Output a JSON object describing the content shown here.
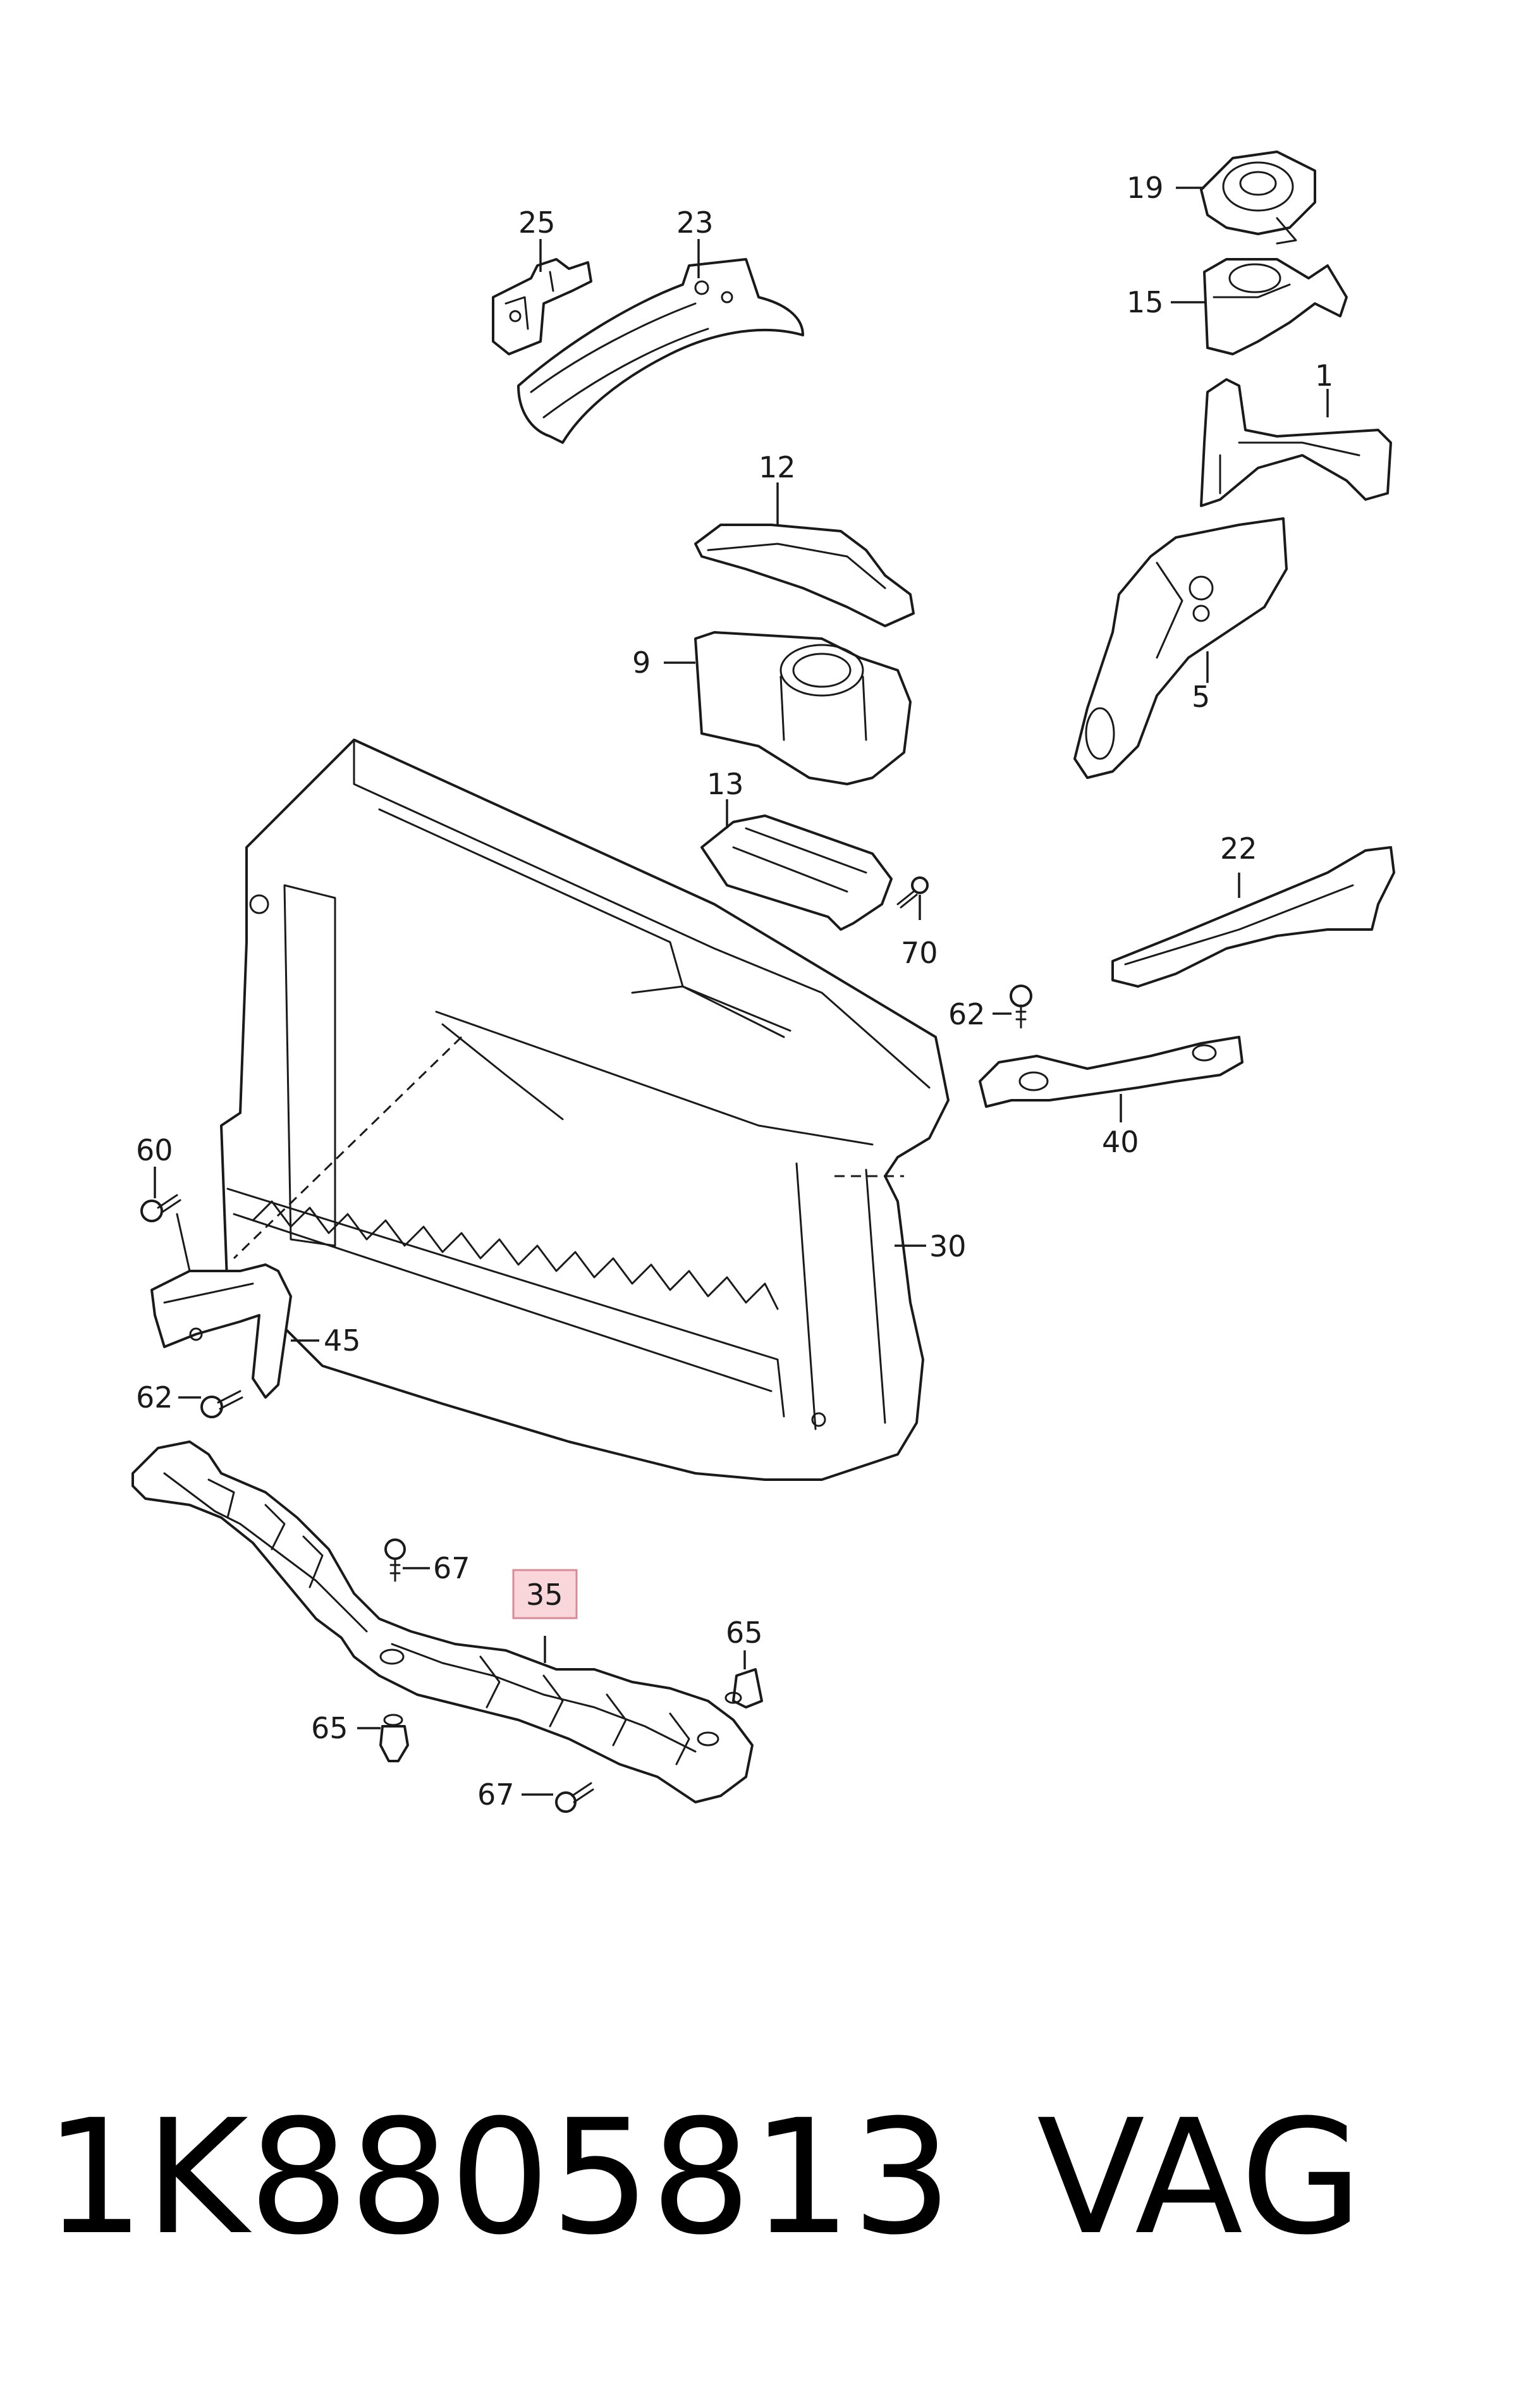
{
  "diagram": {
    "callouts": [
      {
        "id": "c25",
        "label": "25"
      },
      {
        "id": "c23",
        "label": "23"
      },
      {
        "id": "c19",
        "label": "19"
      },
      {
        "id": "c15",
        "label": "15"
      },
      {
        "id": "c1",
        "label": "1"
      },
      {
        "id": "c12",
        "label": "12"
      },
      {
        "id": "c9",
        "label": "9"
      },
      {
        "id": "c5",
        "label": "5"
      },
      {
        "id": "c13",
        "label": "13"
      },
      {
        "id": "c22",
        "label": "22"
      },
      {
        "id": "c70",
        "label": "70"
      },
      {
        "id": "c62a",
        "label": "62"
      },
      {
        "id": "c40",
        "label": "40"
      },
      {
        "id": "c60",
        "label": "60"
      },
      {
        "id": "c30",
        "label": "30"
      },
      {
        "id": "c45",
        "label": "45"
      },
      {
        "id": "c62b",
        "label": "62"
      },
      {
        "id": "c67a",
        "label": "67"
      },
      {
        "id": "c35",
        "label": "35",
        "highlighted": true
      },
      {
        "id": "c65a",
        "label": "65"
      },
      {
        "id": "c65b",
        "label": "65"
      },
      {
        "id": "c67b",
        "label": "67"
      }
    ],
    "highlight_color": "#f8d6da"
  },
  "footer": {
    "part_number": "1K8805813",
    "brand": "VAG"
  }
}
